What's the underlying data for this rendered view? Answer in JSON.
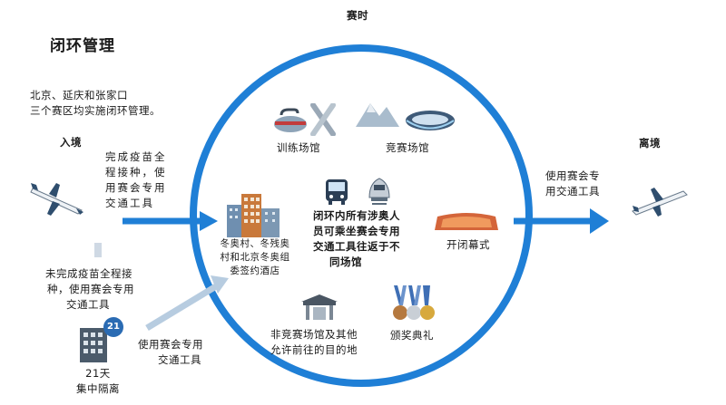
{
  "header": {
    "title": "赛时"
  },
  "left": {
    "main_title": "闭环管理",
    "intro": [
      "北京、延庆和张家口",
      "三个赛区均实施闭环管理。"
    ],
    "entry_label": "入境",
    "vaccinated_text": [
      "完成疫苗全",
      "程接种，使",
      "用赛会专用",
      "交通工具"
    ],
    "unvaccinated_text": [
      "未完成疫苗全程接",
      "种，使用赛会专用",
      "交通工具"
    ],
    "quarantine_badge": "21",
    "quarantine_text": [
      "21天",
      "集中隔离"
    ],
    "after_quarantine_text": [
      "使用赛会专用",
      "交通工具"
    ]
  },
  "circle": {
    "training_venue": "训练场馆",
    "competition_venue": "竞赛场馆",
    "hotel_text": [
      "冬奥村、冬残奥",
      "村和北京冬奥组",
      "委签约酒店"
    ],
    "center_text": [
      "闭环内所有涉奥人",
      "员可乘坐赛会专用",
      "交通工具往返于不",
      "同场馆"
    ],
    "ceremony": "开闭幕式",
    "non_competition": [
      "非竞赛场馆及其他",
      "允许前往的目的地"
    ],
    "medal": "颁奖典礼"
  },
  "right": {
    "exit_label": "离境",
    "exit_text": [
      "使用赛会专",
      "用交通工具"
    ]
  },
  "colors": {
    "ring": "#1f7fd6",
    "arrow": "#1f7fd6",
    "arrow_light": "#b7cce0"
  }
}
